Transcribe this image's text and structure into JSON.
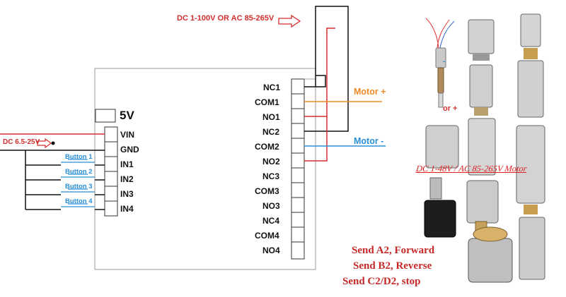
{
  "supply_top_label": "DC 1-100V OR AC 85-265V",
  "supply_left_label": "DC 6.5-25V",
  "module_5v_label": "5V",
  "left_pins": [
    "VIN",
    "GND",
    "IN1",
    "IN2",
    "IN3",
    "IN4"
  ],
  "buttons": [
    "Button 1",
    "Button 2",
    "Button 3",
    "Button 4"
  ],
  "relay_pins": [
    "NC1",
    "COM1",
    "NO1",
    "NC2",
    "COM2",
    "NO2",
    "NC3",
    "COM3",
    "NO3",
    "NC4",
    "COM4",
    "NO4"
  ],
  "motor_plus_label": "Motor +",
  "motor_minus_label": "Motor -",
  "photo_caption": "DC 1-48V / AC 85-265V Motor",
  "photo_tag_minus": "-",
  "photo_tag_plus": "or +",
  "commands": [
    "Send A2, Forward",
    "Send B2, Reverse",
    "Send C2/D2, stop"
  ],
  "colors": {
    "red": "#d32f2f",
    "orange": "#f08a24",
    "blue": "#2a8fd8",
    "black": "#111111"
  }
}
